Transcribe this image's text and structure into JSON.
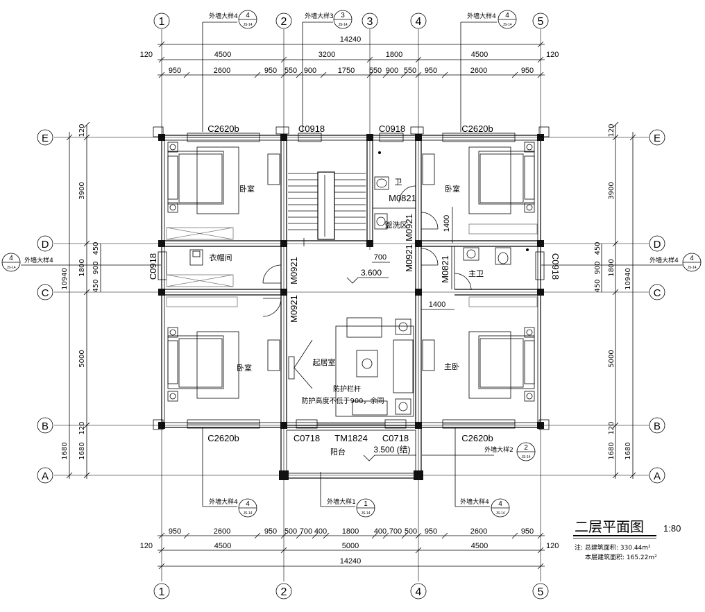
{
  "drawing": {
    "title": "二层平面图",
    "scale": "1:80",
    "notes": [
      "注: 总建筑面积: 330.44m²",
      "本层建筑面积: 165.22m²"
    ]
  },
  "grid": {
    "columns": [
      "1",
      "2",
      "3",
      "4",
      "5"
    ],
    "rows": [
      "E",
      "D",
      "C",
      "B",
      "A"
    ]
  },
  "dimensions": {
    "top_total": "14240",
    "top_ext": "120",
    "top_row1": [
      "4500",
      "3200",
      "1800",
      "4500"
    ],
    "top_row2": [
      "950",
      "2600",
      "950",
      "550",
      "900",
      "1750",
      "550",
      "900",
      "550",
      "950",
      "2600",
      "950"
    ],
    "bottom_row1": [
      "950",
      "2600",
      "950",
      "500",
      "700",
      "400",
      "1800",
      "400",
      "700",
      "500",
      "950",
      "2600",
      "950"
    ],
    "bottom_row2": [
      "4500",
      "5000",
      "4500"
    ],
    "bottom_total": "14240",
    "bottom_ext": "120",
    "side_outer": [
      "120",
      "3900",
      "450",
      "900",
      "450",
      "5000",
      "120",
      "1680"
    ],
    "side_total": "10940",
    "side_mid": [
      "1800"
    ]
  },
  "rooms": {
    "bedroom_nw": "卧室",
    "bedroom_ne": "卧室",
    "bedroom_sw": "卧室",
    "master_bedroom": "主卧",
    "cloakroom": "衣帽间",
    "living": "起居室",
    "wc": "卫",
    "wash": "盥洗区",
    "master_bath": "主卫",
    "balcony": "阳台"
  },
  "openings": {
    "c2620b": "C2620b",
    "c0918": "C0918",
    "m0821": "M0821",
    "m0921": "M0921",
    "c0718": "C0718",
    "tm1824": "TM1824"
  },
  "annotations": {
    "guard_rail": "防护栏杆",
    "guard_height": "防护高度不低于900，余同",
    "level_360": "3.600",
    "level_350": "3.500 (结)",
    "dim_700": "700",
    "dim_1400a": "1400",
    "dim_1400b": "1400"
  },
  "details": {
    "wall_detail_4": "外墙大样4",
    "wall_detail_3": "外墙大样3",
    "wall_detail_2": "外墙大样2",
    "wall_detail_1": "外墙大样1",
    "num_4": "4",
    "num_3": "3",
    "num_2": "2",
    "num_1": "1",
    "sheet": "JS-14"
  }
}
